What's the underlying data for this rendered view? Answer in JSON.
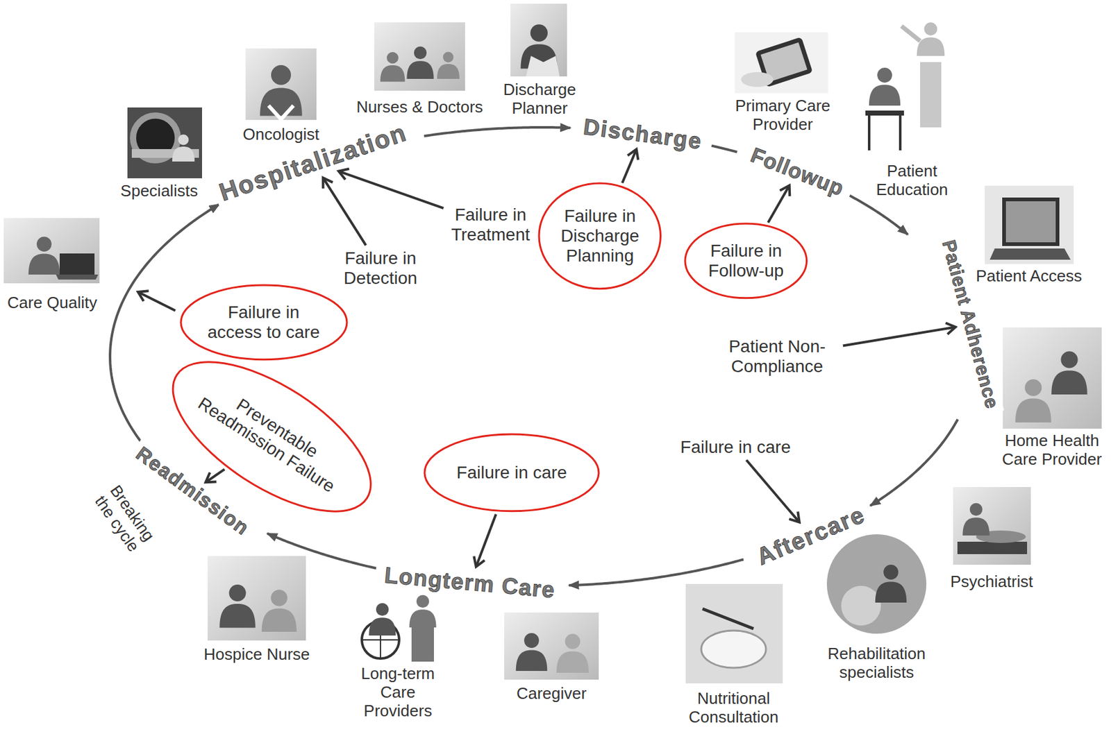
{
  "diagram": {
    "nodes": [
      {
        "text": [
          "Hospitalization"
        ]
      },
      {
        "text": [
          "Discharge"
        ]
      },
      {
        "text": [
          "Followup"
        ]
      },
      {
        "text": [
          "Patient Adherence"
        ]
      },
      {
        "text": [
          "Aftercare"
        ]
      },
      {
        "text": [
          "Longterm Care"
        ]
      },
      {
        "text": [
          "Readmission"
        ]
      },
      {
        "text": [
          "Failure in Treatment"
        ]
      },
      {
        "text": [
          "Failure in Discharge Planning"
        ]
      },
      {
        "text": [
          "Failure in Follow-up"
        ]
      },
      {
        "text": [
          "Failure in Detection"
        ]
      },
      {
        "text": [
          "Failure in access to care"
        ]
      },
      {
        "text": [
          "Patient Non- Compliance"
        ]
      },
      {
        "text": [
          "Preventable Readmission Failure"
        ]
      },
      {
        "text": [
          "Failure in care"
        ]
      },
      {
        "text": [
          "Failure in care"
        ]
      }
    ],
    "edges": [
      {
        "from": 0,
        "to": 1,
        "arrow": "to"
      },
      {
        "from": 1,
        "to": 2,
        "arrow": "none"
      },
      {
        "from": 2,
        "to": 3,
        "arrow": "to"
      },
      {
        "from": 3,
        "to": 4,
        "arrow": "to"
      },
      {
        "from": 4,
        "to": 5,
        "arrow": "to"
      },
      {
        "from": 5,
        "to": 6,
        "arrow": "to"
      },
      {
        "from": 6,
        "to": 0,
        "arrow": "to"
      },
      {
        "from": 7,
        "to": 0,
        "arrow": "to"
      },
      {
        "from": 10,
        "to": 0,
        "arrow": "to"
      },
      {
        "from": 8,
        "to": 1,
        "arrow": "to"
      },
      {
        "from": 9,
        "to": 2,
        "arrow": "to"
      },
      {
        "from": 12,
        "to": 3,
        "arrow": "to"
      },
      {
        "from": 15,
        "to": 4,
        "arrow": "to"
      },
      {
        "from": 14,
        "to": 5,
        "arrow": "to"
      },
      {
        "from": 13,
        "to": 6,
        "arrow": "to"
      }
    ],
    "labels": [
      "Oncologist",
      "Nurses & Doctors",
      "Discharge Planner",
      "Specialists",
      "Primary Care Provider",
      "Patient Education",
      "Care Quality",
      "Patient Access",
      "Home Health Care Provider",
      "Breaking the cycle",
      "Psychiatrist",
      "Rehabilitation specialists",
      "Hospice Nurse",
      "Nutritional Consultation",
      "Caregiver",
      "Long-term Care Providers"
    ]
  }
}
